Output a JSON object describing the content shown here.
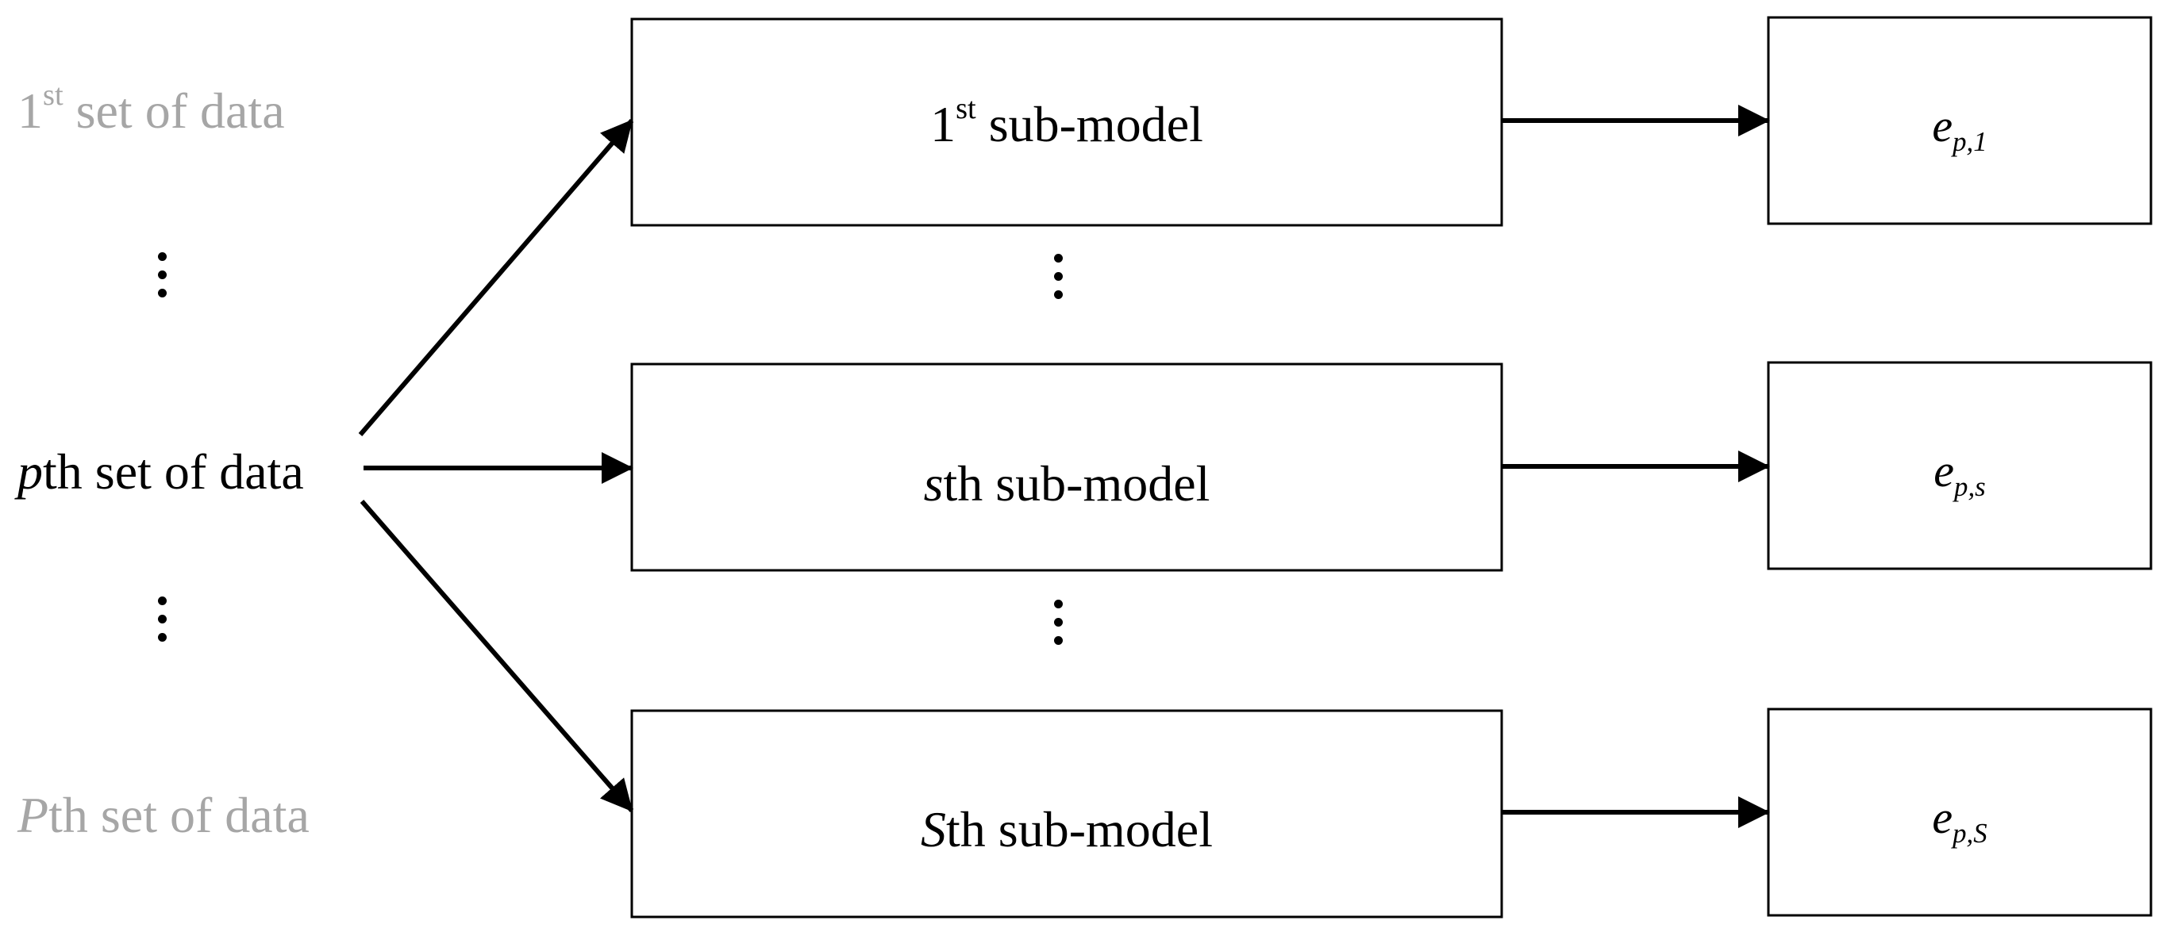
{
  "inputs": {
    "first": {
      "num": "1",
      "sup": "st",
      "rest": " set of data"
    },
    "pth": {
      "var": "p",
      "rest": "th set of data"
    },
    "last": {
      "var": "P",
      "rest": "th set of data"
    }
  },
  "submodels": {
    "first": {
      "num": "1",
      "sup": "st",
      "rest": " sub-model"
    },
    "sth": {
      "var": "s",
      "rest": "th sub-model"
    },
    "last": {
      "var": "S",
      "rest": "th sub-model"
    }
  },
  "outputs": {
    "first": {
      "base": "e",
      "sub": "p,1"
    },
    "sth": {
      "base": "e",
      "sub": "p,s"
    },
    "last": {
      "base": "e",
      "sub": "p,S"
    }
  },
  "colors": {
    "stroke": "#000000",
    "muted_text": "#a6a6a6",
    "background": "#ffffff"
  }
}
